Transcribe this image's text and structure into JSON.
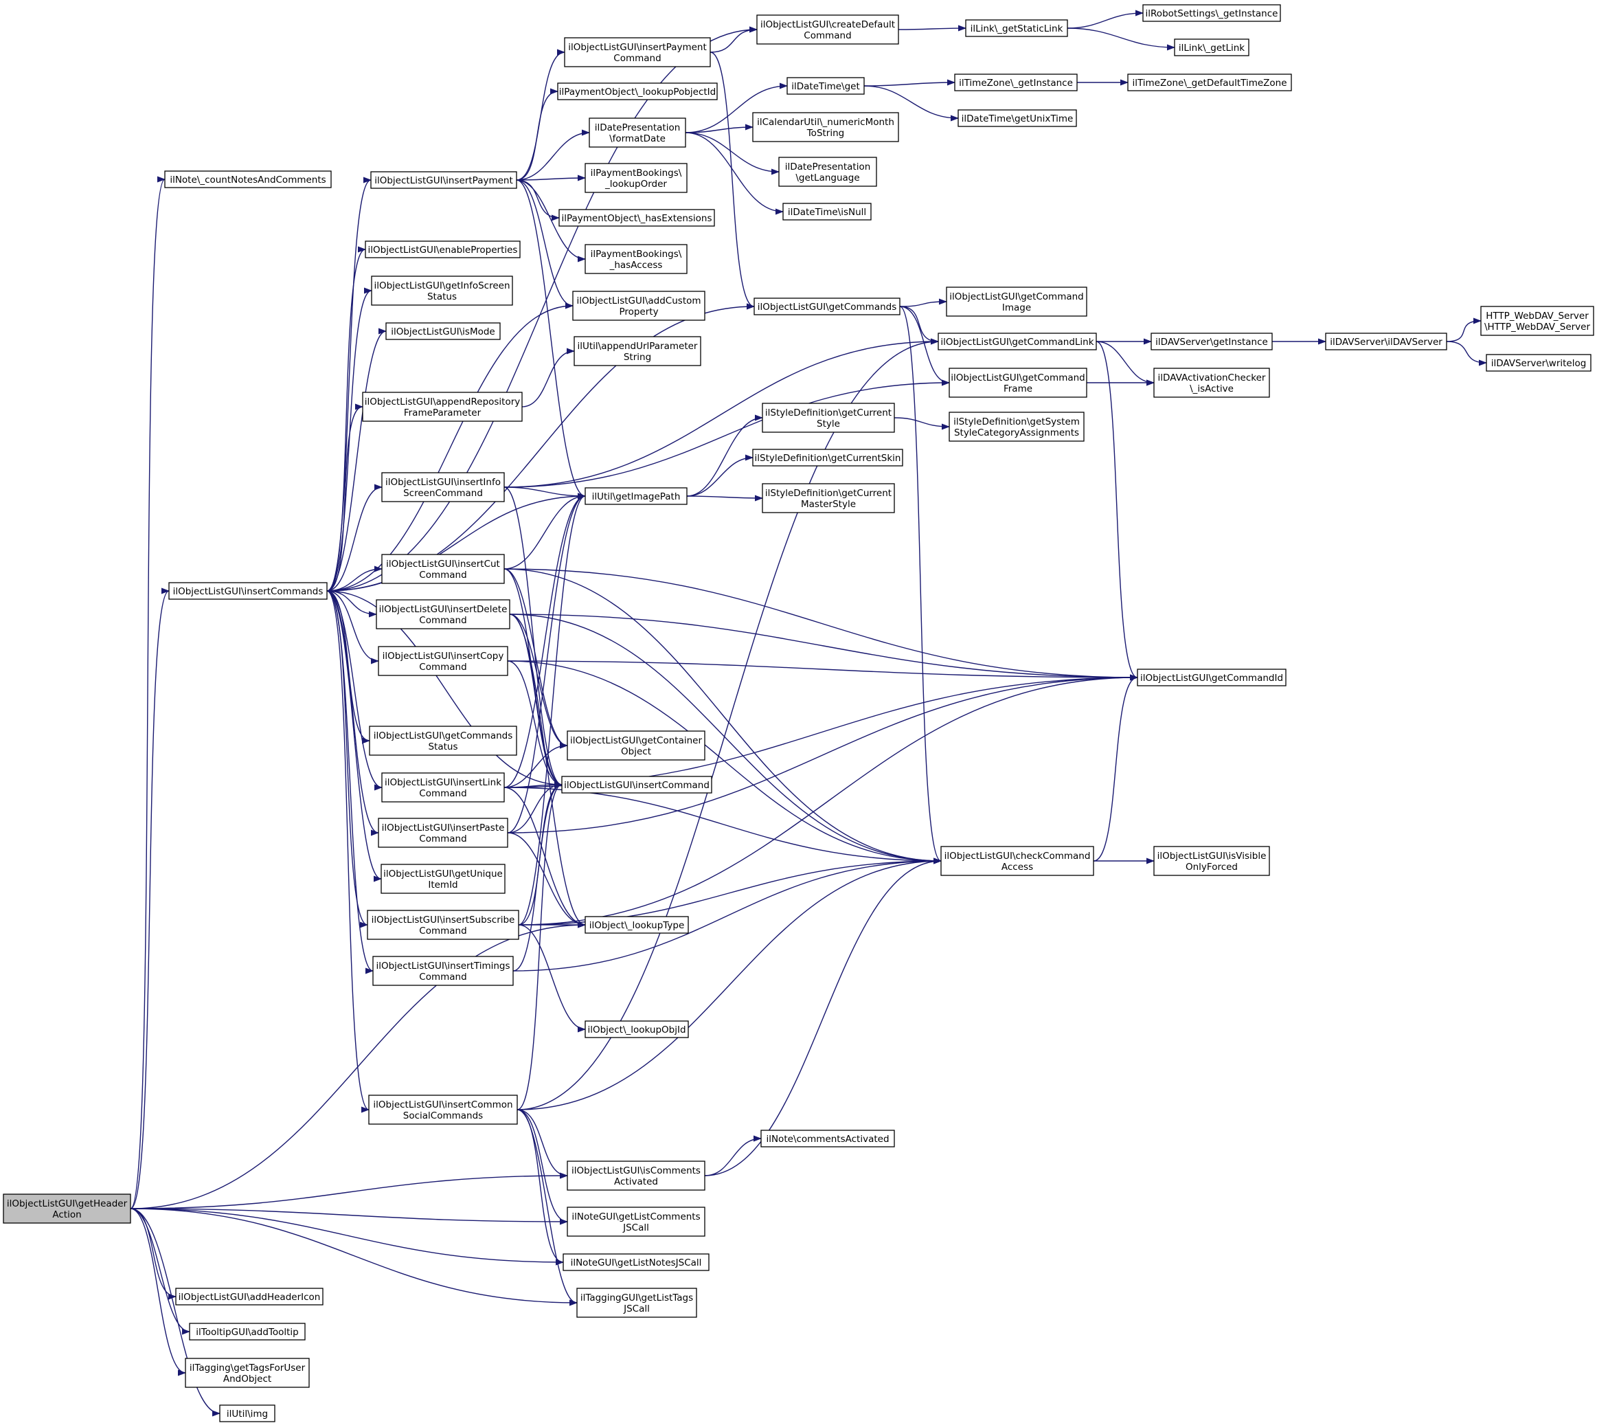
{
  "colors": {
    "edge": "#191970",
    "node_border": "#000000",
    "root_fill": "#bfbfbf",
    "node_fill": "#ffffff"
  },
  "nodes": [
    {
      "id": "getHeaderAction",
      "lines": [
        "ilObjectListGUI\\getHeader",
        "Action"
      ],
      "root": true
    },
    {
      "id": "countNotes",
      "lines": [
        "ilNote\\_countNotesAndComments"
      ]
    },
    {
      "id": "insertCommands",
      "lines": [
        "ilObjectListGUI\\insertCommands"
      ]
    },
    {
      "id": "insertPayment",
      "lines": [
        "ilObjectListGUI\\insertPayment"
      ]
    },
    {
      "id": "enableProperties",
      "lines": [
        "ilObjectListGUI\\enableProperties"
      ]
    },
    {
      "id": "getInfoScreenStatus",
      "lines": [
        "ilObjectListGUI\\getInfoScreen",
        "Status"
      ]
    },
    {
      "id": "isMode",
      "lines": [
        "ilObjectListGUI\\isMode"
      ]
    },
    {
      "id": "appendRepository",
      "lines": [
        "ilObjectListGUI\\appendRepository",
        "FrameParameter"
      ]
    },
    {
      "id": "insertInfoScreen",
      "lines": [
        "ilObjectListGUI\\insertInfo",
        "ScreenCommand"
      ]
    },
    {
      "id": "insertCut",
      "lines": [
        "ilObjectListGUI\\insertCut",
        "Command"
      ]
    },
    {
      "id": "insertDelete",
      "lines": [
        "ilObjectListGUI\\insertDelete",
        "Command"
      ]
    },
    {
      "id": "insertCopy",
      "lines": [
        "ilObjectListGUI\\insertCopy",
        "Command"
      ]
    },
    {
      "id": "getCommandsStatus",
      "lines": [
        "ilObjectListGUI\\getCommands",
        "Status"
      ]
    },
    {
      "id": "insertLink",
      "lines": [
        "ilObjectListGUI\\insertLink",
        "Command"
      ]
    },
    {
      "id": "insertPaste",
      "lines": [
        "ilObjectListGUI\\insertPaste",
        "Command"
      ]
    },
    {
      "id": "getUniqueItemId",
      "lines": [
        "ilObjectListGUI\\getUnique",
        "ItemId"
      ]
    },
    {
      "id": "insertSubscribe",
      "lines": [
        "ilObjectListGUI\\insertSubscribe",
        "Command"
      ]
    },
    {
      "id": "insertTimings",
      "lines": [
        "ilObjectListGUI\\insertTimings",
        "Command"
      ]
    },
    {
      "id": "insertCommonSocial",
      "lines": [
        "ilObjectListGUI\\insertCommon",
        "SocialCommands"
      ]
    },
    {
      "id": "insertPaymentCommand",
      "lines": [
        "ilObjectListGUI\\insertPayment",
        "Command"
      ]
    },
    {
      "id": "lookupPobjectId",
      "lines": [
        "ilPaymentObject\\_lookupPobjectId"
      ]
    },
    {
      "id": "formatDate",
      "lines": [
        "ilDatePresentation",
        "\\formatDate"
      ]
    },
    {
      "id": "lookupOrder",
      "lines": [
        "ilPaymentBookings\\",
        "_lookupOrder"
      ]
    },
    {
      "id": "hasExtensions",
      "lines": [
        "ilPaymentObject\\_hasExtensions"
      ]
    },
    {
      "id": "hasAccess",
      "lines": [
        "ilPaymentBookings\\",
        "_hasAccess"
      ]
    },
    {
      "id": "addCustomProperty",
      "lines": [
        "ilObjectListGUI\\addCustom",
        "Property"
      ]
    },
    {
      "id": "appendUrlParameter",
      "lines": [
        "ilUtil\\appendUrlParameter",
        "String"
      ]
    },
    {
      "id": "getImagePath",
      "lines": [
        "ilUtil\\getImagePath"
      ]
    },
    {
      "id": "getContainerObject",
      "lines": [
        "ilObjectListGUI\\getContainer",
        "Object"
      ]
    },
    {
      "id": "insertCommand",
      "lines": [
        "ilObjectListGUI\\insertCommand"
      ]
    },
    {
      "id": "lookupType",
      "lines": [
        "ilObject\\_lookupType"
      ]
    },
    {
      "id": "lookupObjId",
      "lines": [
        "ilObject\\_lookupObjId"
      ]
    },
    {
      "id": "isCommentsActivated",
      "lines": [
        "ilObjectListGUI\\isComments",
        "Activated"
      ]
    },
    {
      "id": "getListCommentsJSCall",
      "lines": [
        "ilNoteGUI\\getListComments",
        "JSCall"
      ]
    },
    {
      "id": "getListNotesJSCall",
      "lines": [
        "ilNoteGUI\\getListNotesJSCall"
      ]
    },
    {
      "id": "getListTagsJSCall",
      "lines": [
        "ilTaggingGUI\\getListTags",
        "JSCall"
      ]
    },
    {
      "id": "addHeaderIcon",
      "lines": [
        "ilObjectListGUI\\addHeaderIcon"
      ]
    },
    {
      "id": "addTooltip",
      "lines": [
        "ilTooltipGUI\\addTooltip"
      ]
    },
    {
      "id": "getTagsForUser",
      "lines": [
        "ilTagging\\getTagsForUser",
        "AndObject"
      ]
    },
    {
      "id": "img",
      "lines": [
        "ilUtil\\img"
      ]
    },
    {
      "id": "createDefaultCommand",
      "lines": [
        "ilObjectListGUI\\createDefault",
        "Command"
      ]
    },
    {
      "id": "getStaticLink",
      "lines": [
        "ilLink\\_getStaticLink"
      ]
    },
    {
      "id": "robotGetInstance",
      "lines": [
        "ilRobotSettings\\_getInstance"
      ]
    },
    {
      "id": "getLink",
      "lines": [
        "ilLink\\_getLink"
      ]
    },
    {
      "id": "dateTimeGet",
      "lines": [
        "ilDateTime\\get"
      ]
    },
    {
      "id": "tzGetInstance",
      "lines": [
        "ilTimeZone\\_getInstance"
      ]
    },
    {
      "id": "tzGetDefault",
      "lines": [
        "ilTimeZone\\_getDefaultTimeZone"
      ]
    },
    {
      "id": "getUnixTime",
      "lines": [
        "ilDateTime\\getUnixTime"
      ]
    },
    {
      "id": "numericMonth",
      "lines": [
        "ilCalendarUtil\\_numericMonth",
        "ToString"
      ]
    },
    {
      "id": "getLanguage",
      "lines": [
        "ilDatePresentation",
        "\\getLanguage"
      ]
    },
    {
      "id": "isNull",
      "lines": [
        "ilDateTime\\isNull"
      ]
    },
    {
      "id": "getCommands",
      "lines": [
        "ilObjectListGUI\\getCommands"
      ]
    },
    {
      "id": "getCommandImage",
      "lines": [
        "ilObjectListGUI\\getCommand",
        "Image"
      ]
    },
    {
      "id": "getCommandLink",
      "lines": [
        "ilObjectListGUI\\getCommandLink"
      ]
    },
    {
      "id": "davGetInstance",
      "lines": [
        "ilDAVServer\\getInstance"
      ]
    },
    {
      "id": "ilDAVServer",
      "lines": [
        "ilDAVServer\\ilDAVServer"
      ]
    },
    {
      "id": "httpWebDAV",
      "lines": [
        "HTTP_WebDAV_Server",
        "\\HTTP_WebDAV_Server"
      ]
    },
    {
      "id": "writelog",
      "lines": [
        "ilDAVServer\\writelog"
      ]
    },
    {
      "id": "getCommandFrame",
      "lines": [
        "ilObjectListGUI\\getCommand",
        "Frame"
      ]
    },
    {
      "id": "davIsActive",
      "lines": [
        "ilDAVActivationChecker",
        "\\_isActive"
      ]
    },
    {
      "id": "getCurrentStyle",
      "lines": [
        "ilStyleDefinition\\getCurrent",
        "Style"
      ]
    },
    {
      "id": "getSystemStyle",
      "lines": [
        "ilStyleDefinition\\getSystem",
        "StyleCategoryAssignments"
      ]
    },
    {
      "id": "getCurrentSkin",
      "lines": [
        "ilStyleDefinition\\getCurrentSkin"
      ]
    },
    {
      "id": "getCurrentMasterStyle",
      "lines": [
        "ilStyleDefinition\\getCurrent",
        "MasterStyle"
      ]
    },
    {
      "id": "getCommandId",
      "lines": [
        "ilObjectListGUI\\getCommandId"
      ]
    },
    {
      "id": "checkCommandAccess",
      "lines": [
        "ilObjectListGUI\\checkCommand",
        "Access"
      ]
    },
    {
      "id": "isVisibleOnlyForced",
      "lines": [
        "ilObjectListGUI\\isVisible",
        "OnlyForced"
      ]
    },
    {
      "id": "commentsActivated",
      "lines": [
        "ilNote\\commentsActivated"
      ]
    }
  ],
  "edges": [
    [
      "getHeaderAction",
      "countNotes"
    ],
    [
      "getHeaderAction",
      "insertCommands"
    ],
    [
      "getHeaderAction",
      "lookupType"
    ],
    [
      "getHeaderAction",
      "isCommentsActivated"
    ],
    [
      "getHeaderAction",
      "getListCommentsJSCall"
    ],
    [
      "getHeaderAction",
      "getListNotesJSCall"
    ],
    [
      "getHeaderAction",
      "getListTagsJSCall"
    ],
    [
      "getHeaderAction",
      "addHeaderIcon"
    ],
    [
      "getHeaderAction",
      "addTooltip"
    ],
    [
      "getHeaderAction",
      "getTagsForUser"
    ],
    [
      "getHeaderAction",
      "img"
    ],
    [
      "insertCommands",
      "insertPayment"
    ],
    [
      "insertCommands",
      "createDefaultCommand"
    ],
    [
      "insertCommands",
      "enableProperties"
    ],
    [
      "insertCommands",
      "getInfoScreenStatus"
    ],
    [
      "insertCommands",
      "isMode"
    ],
    [
      "insertCommands",
      "appendRepository"
    ],
    [
      "insertCommands",
      "insertInfoScreen"
    ],
    [
      "insertCommands",
      "getImagePath"
    ],
    [
      "insertCommands",
      "insertCut"
    ],
    [
      "insertCommands",
      "insertDelete"
    ],
    [
      "insertCommands",
      "insertCopy"
    ],
    [
      "insertCommands",
      "getCommandsStatus"
    ],
    [
      "insertCommands",
      "insertLink"
    ],
    [
      "insertCommands",
      "insertPaste"
    ],
    [
      "insertCommands",
      "getUniqueItemId"
    ],
    [
      "insertCommands",
      "insertSubscribe"
    ],
    [
      "insertCommands",
      "insertTimings"
    ],
    [
      "insertCommands",
      "insertCommonSocial"
    ],
    [
      "insertCommands",
      "getCommands"
    ],
    [
      "insertCommands",
      "addCustomProperty"
    ],
    [
      "insertCommands",
      "insertCommand"
    ],
    [
      "insertPayment",
      "insertPaymentCommand"
    ],
    [
      "insertPayment",
      "lookupPobjectId"
    ],
    [
      "insertPayment",
      "formatDate"
    ],
    [
      "insertPayment",
      "lookupOrder"
    ],
    [
      "insertPayment",
      "hasExtensions"
    ],
    [
      "insertPayment",
      "hasAccess"
    ],
    [
      "insertPayment",
      "addCustomProperty"
    ],
    [
      "insertPayment",
      "getImagePath"
    ],
    [
      "insertPaymentCommand",
      "createDefaultCommand"
    ],
    [
      "insertPaymentCommand",
      "getCommands"
    ],
    [
      "createDefaultCommand",
      "getStaticLink"
    ],
    [
      "getStaticLink",
      "robotGetInstance"
    ],
    [
      "getStaticLink",
      "getLink"
    ],
    [
      "formatDate",
      "dateTimeGet"
    ],
    [
      "formatDate",
      "numericMonth"
    ],
    [
      "formatDate",
      "getLanguage"
    ],
    [
      "formatDate",
      "isNull"
    ],
    [
      "dateTimeGet",
      "tzGetInstance"
    ],
    [
      "dateTimeGet",
      "getUnixTime"
    ],
    [
      "tzGetInstance",
      "tzGetDefault"
    ],
    [
      "appendRepository",
      "appendUrlParameter"
    ],
    [
      "insertInfoScreen",
      "getImagePath"
    ],
    [
      "insertInfoScreen",
      "getCommandLink"
    ],
    [
      "insertInfoScreen",
      "getCommandFrame"
    ],
    [
      "insertInfoScreen",
      "insertCommand"
    ],
    [
      "getImagePath",
      "getCurrentStyle"
    ],
    [
      "getImagePath",
      "getCurrentSkin"
    ],
    [
      "getImagePath",
      "getCurrentMasterStyle"
    ],
    [
      "getCurrentStyle",
      "getSystemStyle"
    ],
    [
      "getCommands",
      "getCommandImage"
    ],
    [
      "getCommands",
      "getCommandLink"
    ],
    [
      "getCommands",
      "getCommandFrame"
    ],
    [
      "getCommands",
      "checkCommandAccess"
    ],
    [
      "getCommandLink",
      "davGetInstance"
    ],
    [
      "getCommandLink",
      "davIsActive"
    ],
    [
      "getCommandLink",
      "getCommandId"
    ],
    [
      "davGetInstance",
      "ilDAVServer"
    ],
    [
      "ilDAVServer",
      "httpWebDAV"
    ],
    [
      "ilDAVServer",
      "writelog"
    ],
    [
      "getCommandFrame",
      "davIsActive"
    ],
    [
      "insertCut",
      "getImagePath"
    ],
    [
      "insertCut",
      "getCommandId"
    ],
    [
      "insertCut",
      "getContainerObject"
    ],
    [
      "insertCut",
      "insertCommand"
    ],
    [
      "insertCut",
      "checkCommandAccess"
    ],
    [
      "insertDelete",
      "getCommandId"
    ],
    [
      "insertDelete",
      "getContainerObject"
    ],
    [
      "insertDelete",
      "insertCommand"
    ],
    [
      "insertDelete",
      "checkCommandAccess"
    ],
    [
      "insertDelete",
      "lookupType"
    ],
    [
      "insertCopy",
      "getCommandId"
    ],
    [
      "insertCopy",
      "checkCommandAccess"
    ],
    [
      "insertCopy",
      "insertCommand"
    ],
    [
      "insertLink",
      "getImagePath"
    ],
    [
      "insertLink",
      "getContainerObject"
    ],
    [
      "insertLink",
      "insertCommand"
    ],
    [
      "insertLink",
      "checkCommandAccess"
    ],
    [
      "insertLink",
      "getCommandId"
    ],
    [
      "insertLink",
      "lookupType"
    ],
    [
      "insertPaste",
      "getCommandId"
    ],
    [
      "insertPaste",
      "insertCommand"
    ],
    [
      "insertPaste",
      "lookupType"
    ],
    [
      "insertPaste",
      "getImagePath"
    ],
    [
      "insertSubscribe",
      "lookupType"
    ],
    [
      "insertSubscribe",
      "lookupObjId"
    ],
    [
      "insertSubscribe",
      "checkCommandAccess"
    ],
    [
      "insertSubscribe",
      "insertCommand"
    ],
    [
      "insertSubscribe",
      "getCommandId"
    ],
    [
      "insertSubscribe",
      "getImagePath"
    ],
    [
      "insertTimings",
      "insertCommand"
    ],
    [
      "insertTimings",
      "checkCommandAccess"
    ],
    [
      "insertCommonSocial",
      "getCommandLink"
    ],
    [
      "insertCommonSocial",
      "checkCommandAccess"
    ],
    [
      "insertCommonSocial",
      "insertCommand"
    ],
    [
      "insertCommonSocial",
      "isCommentsActivated"
    ],
    [
      "insertCommonSocial",
      "getListCommentsJSCall"
    ],
    [
      "insertCommonSocial",
      "getListNotesJSCall"
    ],
    [
      "insertCommonSocial",
      "getListTagsJSCall"
    ],
    [
      "isCommentsActivated",
      "commentsActivated"
    ],
    [
      "isCommentsActivated",
      "checkCommandAccess"
    ],
    [
      "checkCommandAccess",
      "isVisibleOnlyForced"
    ],
    [
      "checkCommandAccess",
      "getCommandId"
    ]
  ]
}
